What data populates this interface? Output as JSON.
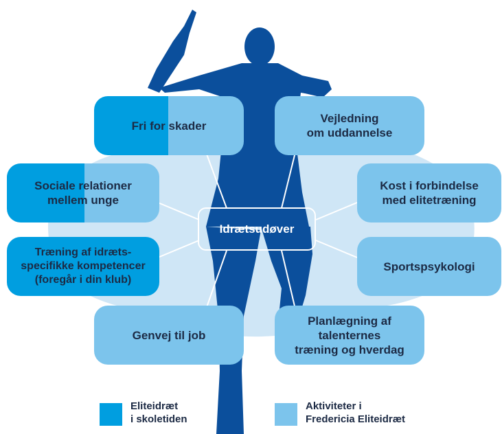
{
  "colors": {
    "elite_school": "#009ee0",
    "activities": "#7cc4ec",
    "athlete": "#0b4f9c",
    "cloud": "#cfe6f6"
  },
  "center": {
    "label": "Idrætsudøver"
  },
  "boxes": {
    "fri_for_skader": "Fri for skader",
    "vejledning": "Vejledning\nom uddannelse",
    "sociale": "Sociale relationer\nmellem unge",
    "kost": "Kost i forbindelse\nmed elitetræning",
    "traening": "Træning af idræts-\nspecifikke kompetencer\n(foregår i din klub)",
    "sportspsykologi": "Sportspsykologi",
    "genvej": "Genvej til job",
    "planlaegning": "Planlægning af\ntalenternes\ntræning og hverdag"
  },
  "legend": {
    "elite_school": "Eliteidræt\ni skoletiden",
    "activities": "Aktiviteter i\nFredericia Eliteidræt"
  }
}
